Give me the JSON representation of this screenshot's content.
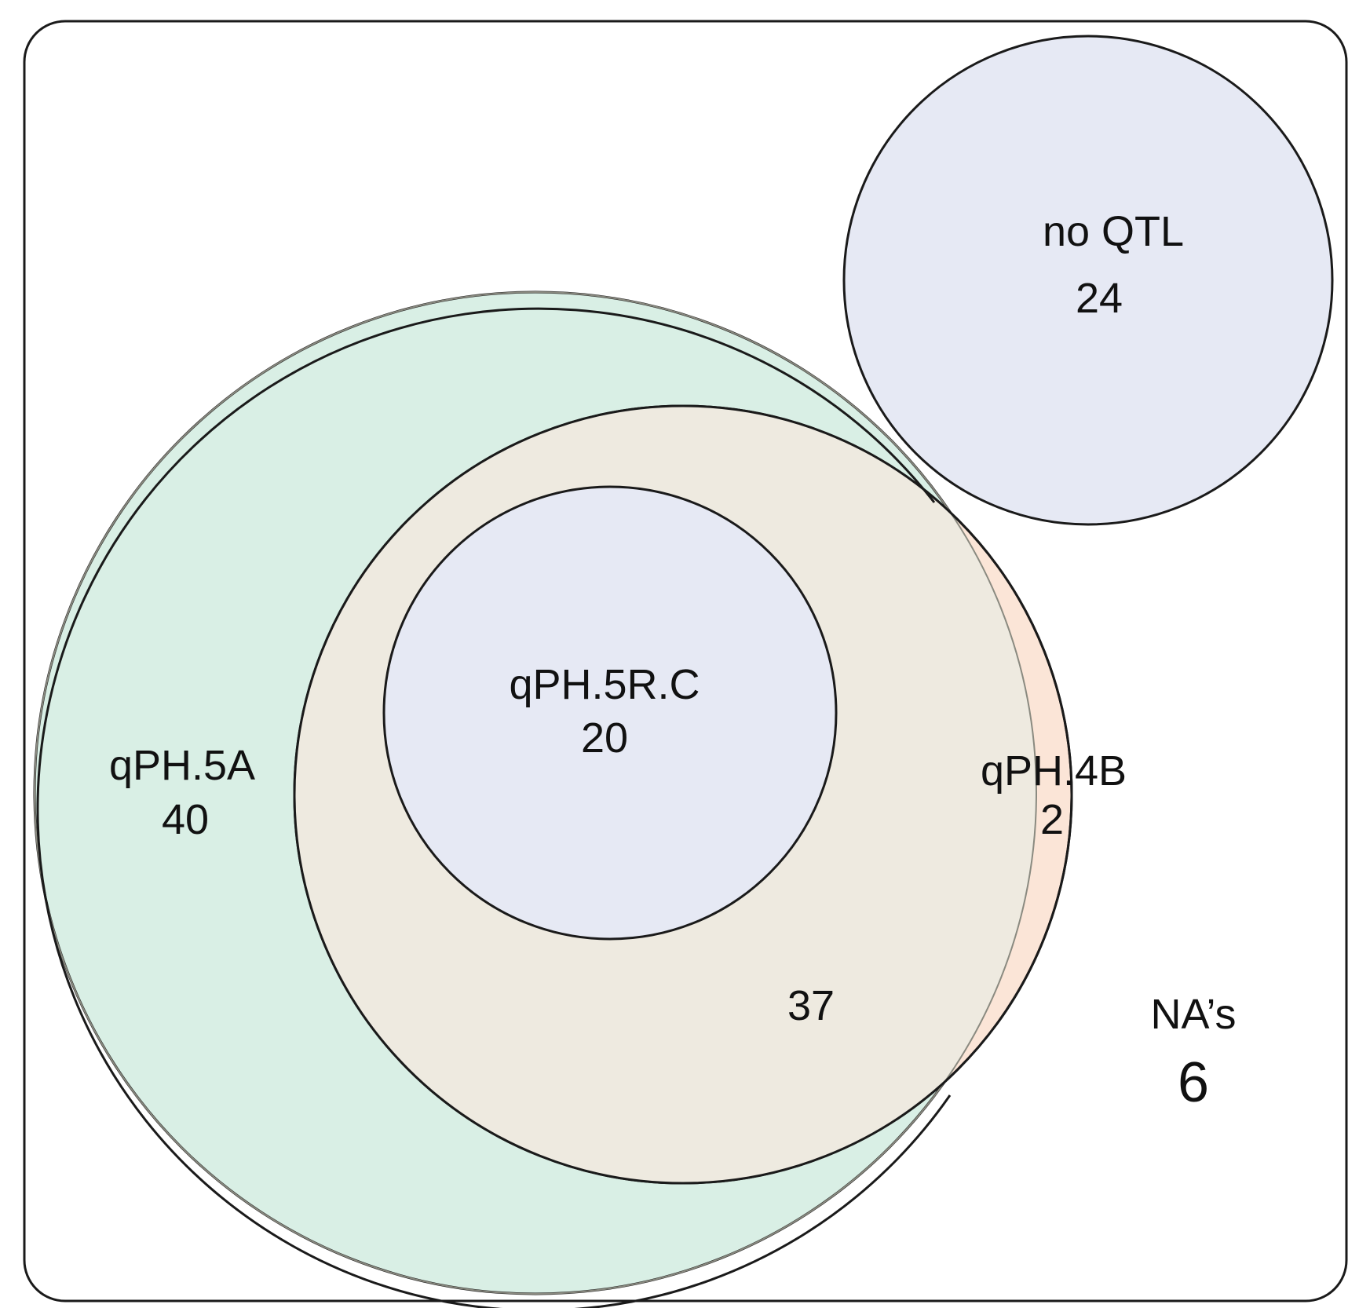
{
  "diagram": {
    "type": "euler-venn",
    "sets": [
      {
        "id": "qPH5A",
        "name": "qPH.5A",
        "count": "40",
        "color": "#d9efe5"
      },
      {
        "id": "qPH4B",
        "name": "qPH.4B",
        "count": "2",
        "color": "#fbe5d7"
      },
      {
        "id": "qPH5RC",
        "name": "qPH.5R.C",
        "count": "20",
        "color": "#e6e9f4"
      },
      {
        "id": "noQTL",
        "name": "no QTL",
        "count": "24",
        "color": "#e6e9f4"
      }
    ],
    "overlap": {
      "count": "37",
      "color": "#eeeae0"
    },
    "outside": {
      "name": "NA’s",
      "count": "6"
    },
    "stroke_color": "#1a1a1a"
  }
}
